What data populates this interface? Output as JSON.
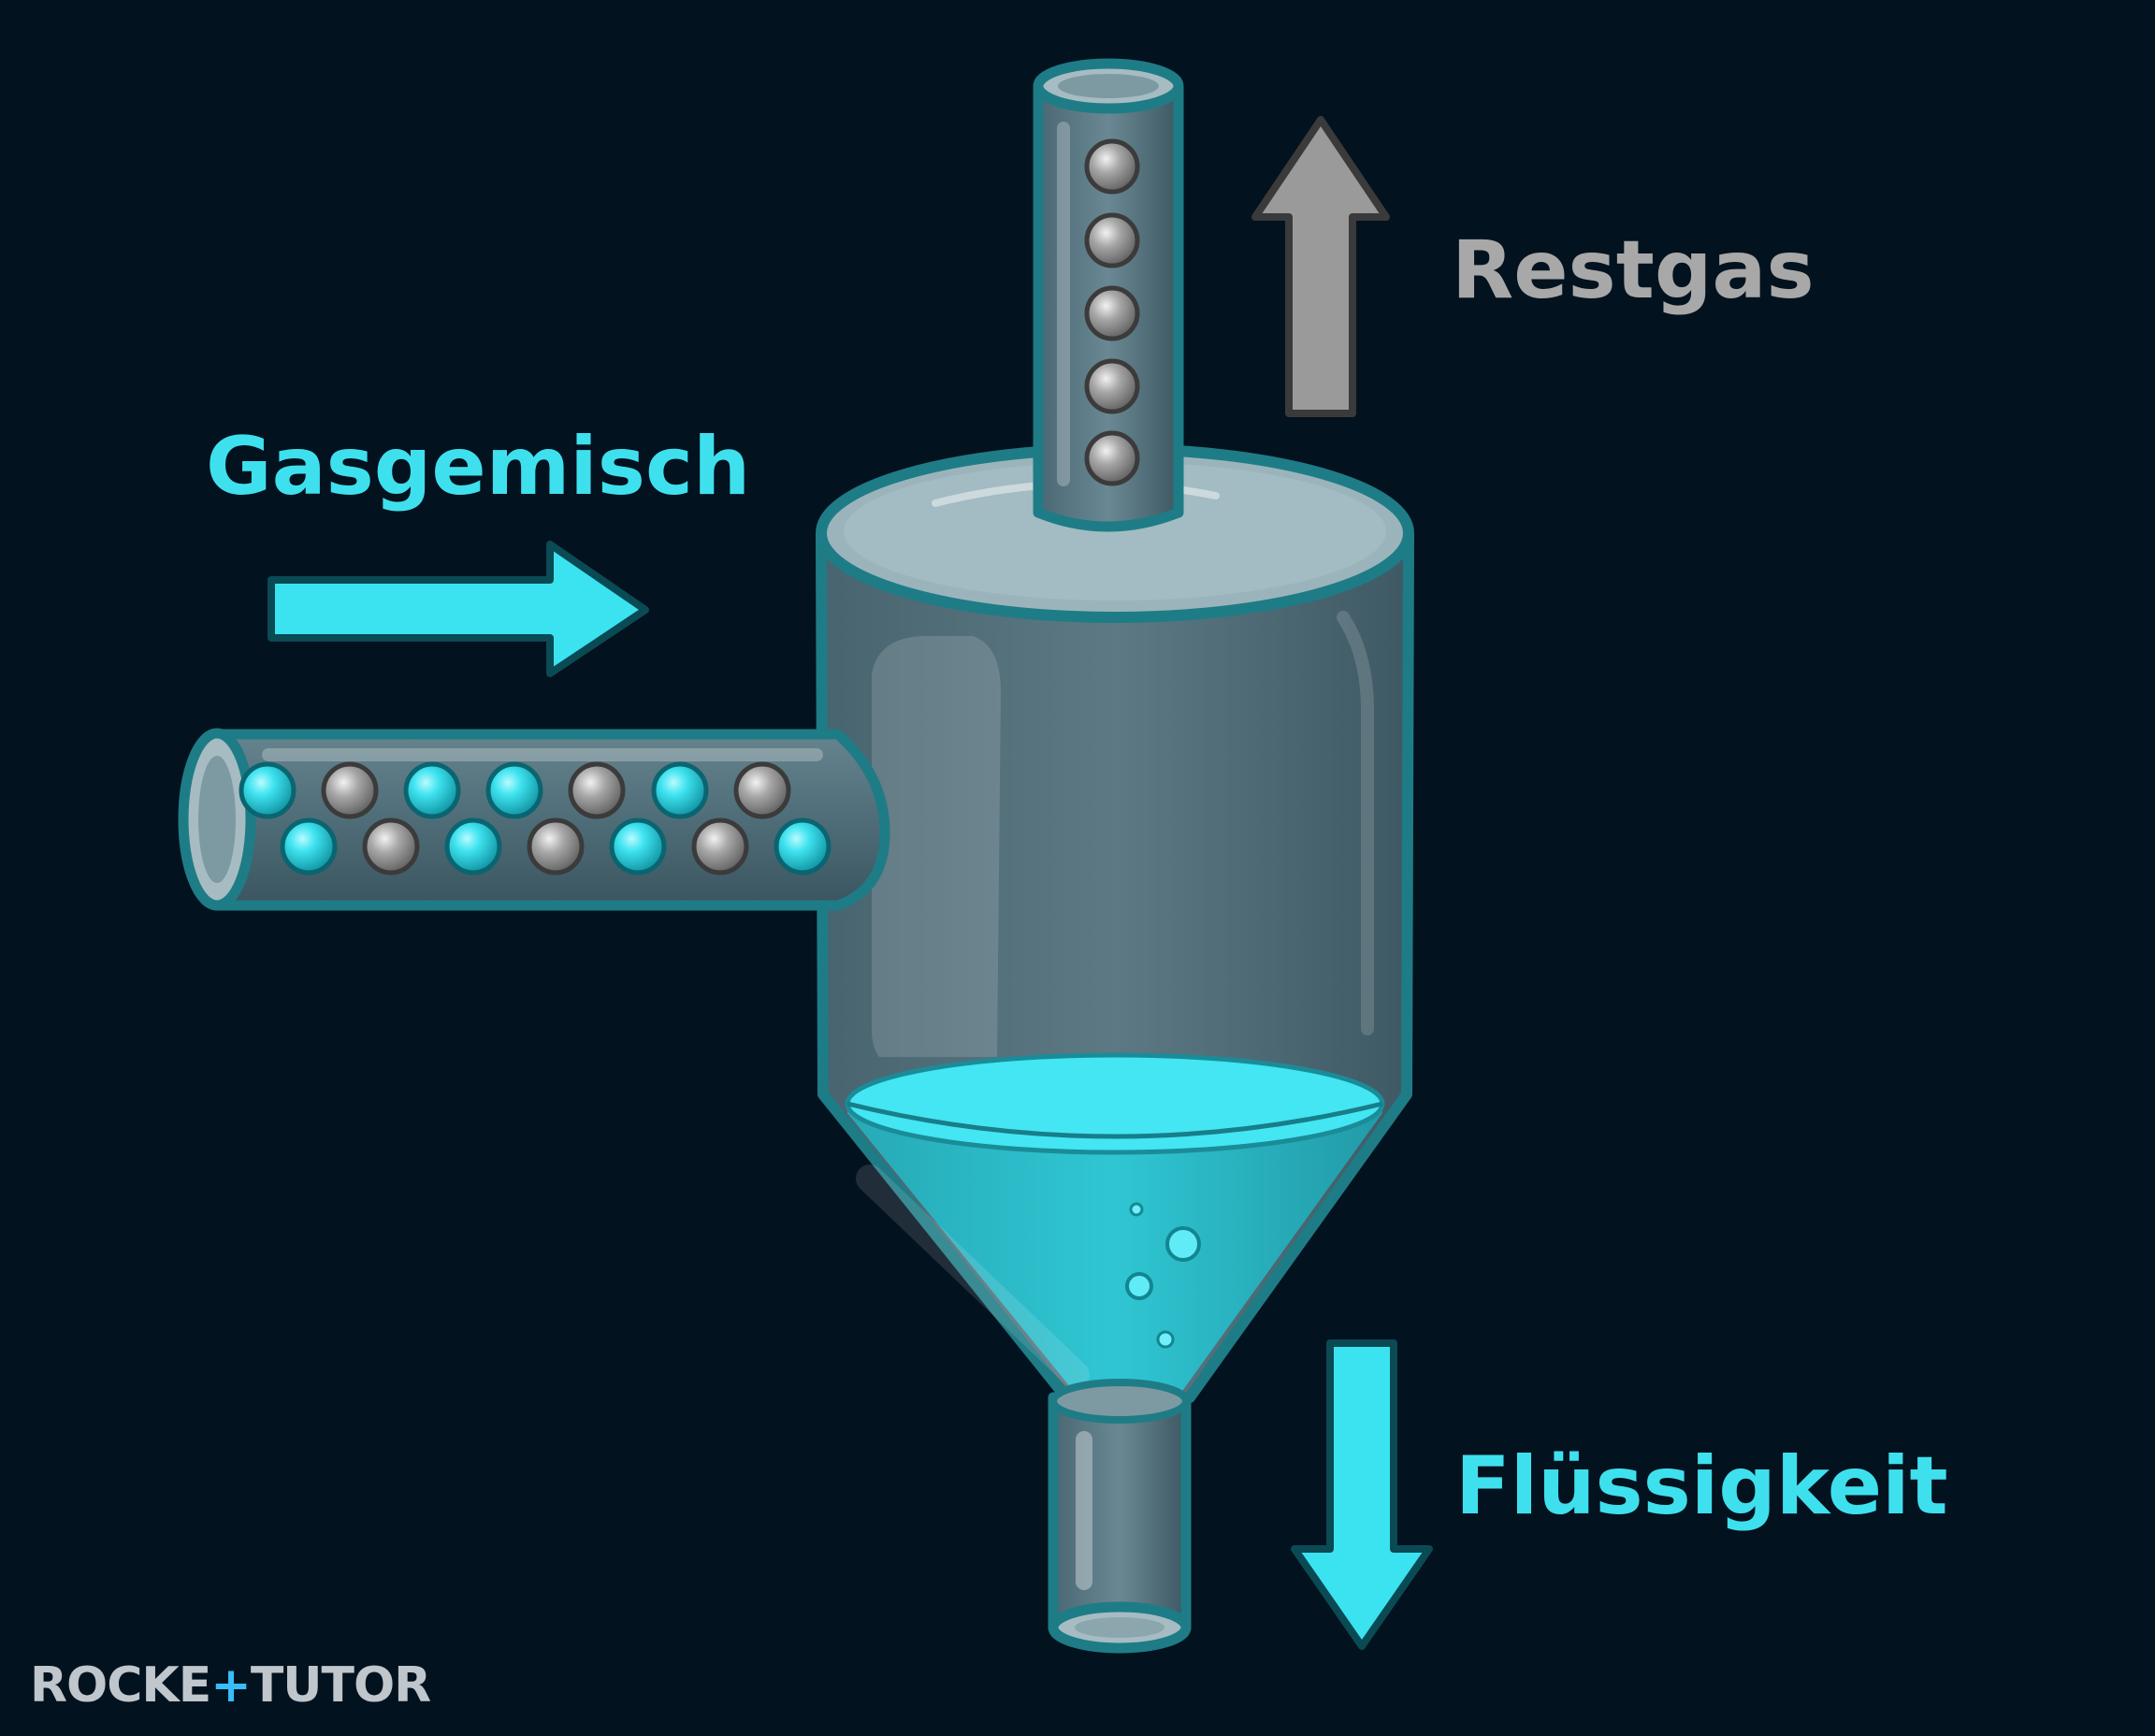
{
  "labels": {
    "input": "Gasgemisch",
    "top_output": "Restgas",
    "bottom_output": "Flüssigkeit"
  },
  "logo": {
    "text": "ROCKETTUTOR"
  },
  "colors": {
    "background": "#03121f",
    "accent_cyan": "#38e0ee",
    "gas_gray": "#a0a0a0",
    "vessel_outline": "#1e7c86",
    "liquid": "#2fd3e0"
  },
  "icons": {
    "input_arrow": "arrow-right-icon",
    "top_arrow": "arrow-up-icon",
    "bottom_arrow": "arrow-down-icon"
  }
}
